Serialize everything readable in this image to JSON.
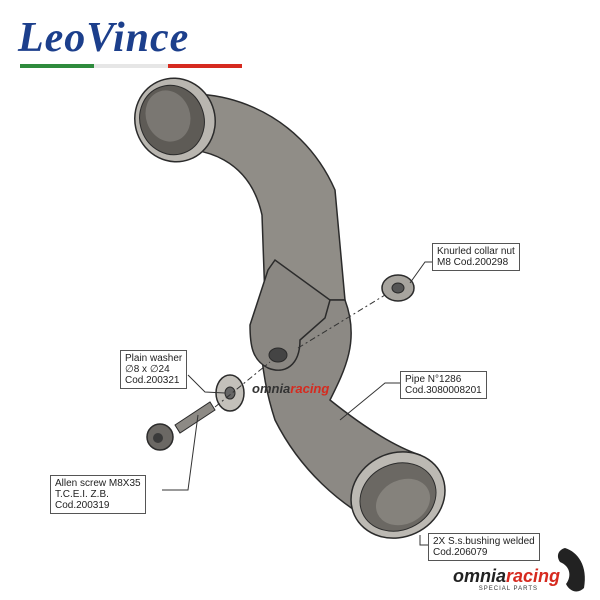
{
  "logo": {
    "text": "LeoVince",
    "stripe_colors": [
      "#2e8b3d",
      "#ffffff",
      "#d62a1f"
    ]
  },
  "watermark": {
    "part1": "omnia",
    "part2": "racing"
  },
  "callouts": {
    "nut": [
      "Knurled collar nut",
      "M8 Cod.200298"
    ],
    "washer": [
      "Plain washer",
      "∅8 x ∅24",
      "Cod.200321"
    ],
    "pipe": [
      "Pipe N°1286",
      "Cod.3080008201"
    ],
    "screw": [
      "Allen screw M8X35",
      "T.C.E.I. Z.B.",
      "Cod.200319"
    ],
    "bushing": [
      "2X S.s.bushing welded",
      "Cod.206079"
    ]
  },
  "footer_brand": {
    "part1": "omnia",
    "part2": "racing",
    "tagline": "SPECIAL PARTS"
  },
  "colors": {
    "pipe": "#8f8c86",
    "pipe_dark": "#6e6b66",
    "pipe_light": "#b3b0aa",
    "outline": "#2b2b2b"
  }
}
